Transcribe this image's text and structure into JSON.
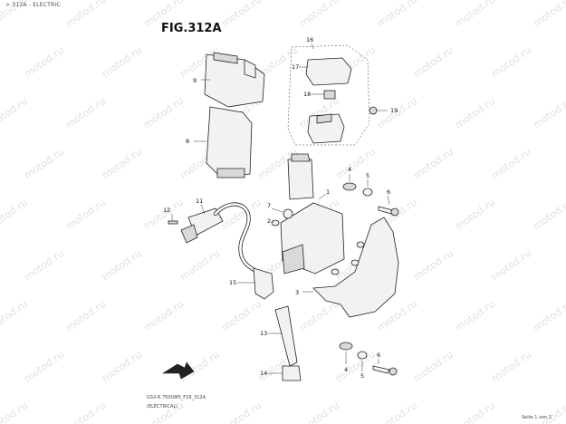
{
  "header": {
    "breadcrumb": "> 312A - ELECTRIC"
  },
  "figure": {
    "title": "FIG.312A"
  },
  "footer": {
    "code": "GSX-R 750UM5_F29_312A",
    "label": "(ELECTRICAL)",
    "page": "Seite 1 von 2"
  },
  "watermark": {
    "text": "motod.ru"
  },
  "callouts": [
    "1",
    "2",
    "3",
    "4",
    "4",
    "5",
    "5",
    "6",
    "6",
    "7",
    "8",
    "9",
    "11",
    "12",
    "13",
    "14",
    "15",
    "16",
    "17",
    "18",
    "19"
  ]
}
